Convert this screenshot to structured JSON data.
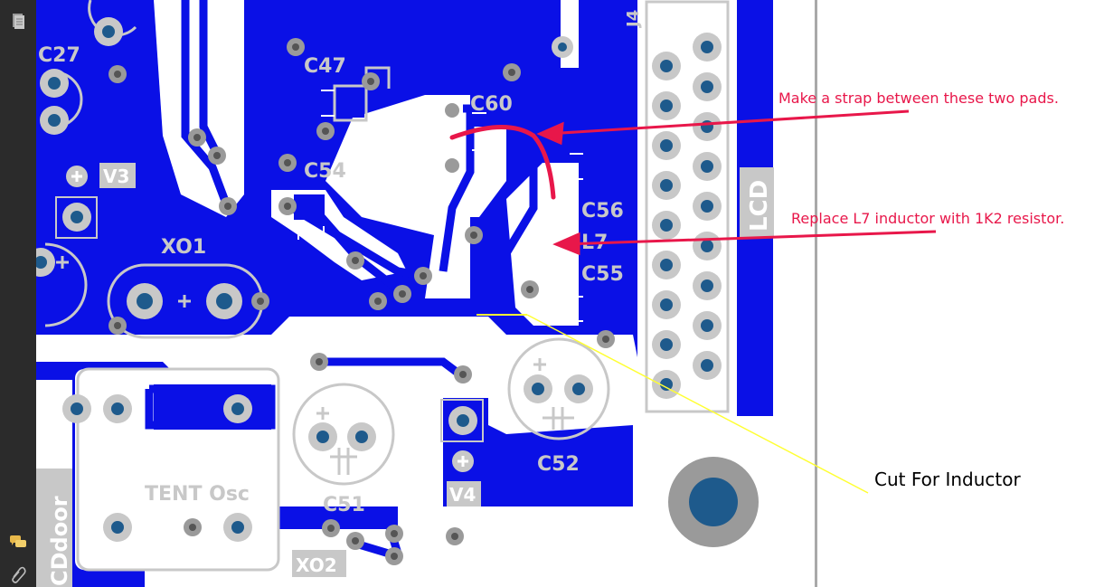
{
  "sidebar": {
    "icons": [
      "pages-icon",
      "comments-icon",
      "attachment-icon"
    ]
  },
  "pcb": {
    "labels": {
      "c27": "C27",
      "c47": "C47",
      "c60": "C60",
      "c54": "C54",
      "v3": "V3",
      "xo1": "XO1",
      "c56": "C56",
      "l7": "L7",
      "c55": "C55",
      "lcd": "LCD",
      "j4": "J4",
      "tent_osc": "TENT Osc",
      "c51": "C51",
      "c52": "C52",
      "v4": "V4",
      "xo2": "XO2",
      "cddoor": "CDdoor"
    }
  },
  "annotations": {
    "strap_note": "Make a strap between these two pads.",
    "resistor_note": "Replace L7 inductor with 1K2 resistor.",
    "cut_note": "Cut For Inductor"
  },
  "colors": {
    "copper": "#0a10e6",
    "silk": "#c8c8c8",
    "annotation_red": "#e8174a",
    "cut_line": "#ffff33",
    "pad_hole": "#1e5a8c"
  }
}
